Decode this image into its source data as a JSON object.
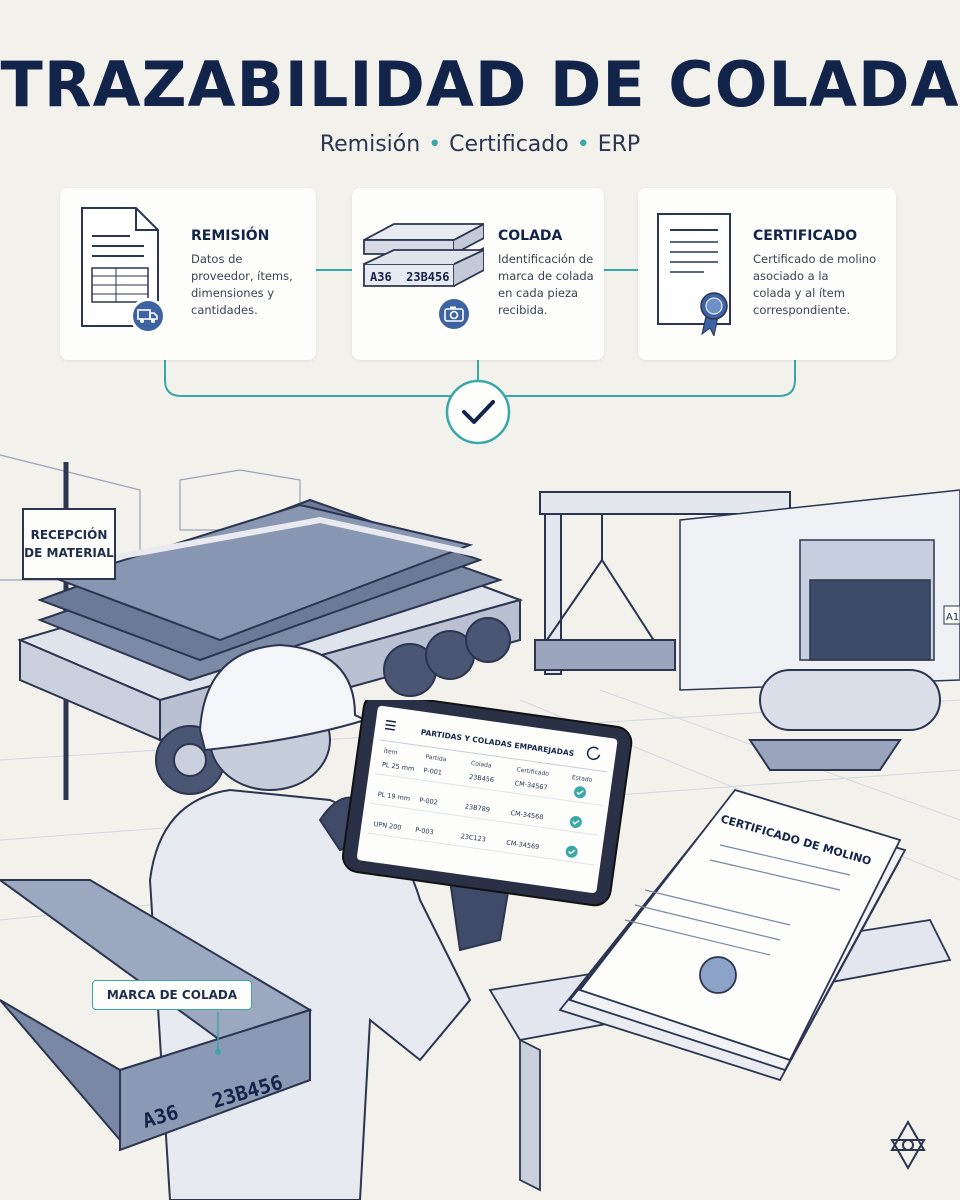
{
  "header": {
    "title": "TRAZABILIDAD DE COLADA",
    "subtitle": [
      "Remisión",
      "Certificado",
      "ERP"
    ]
  },
  "cards": [
    {
      "title": "REMISIÓN",
      "description": [
        "Datos de",
        "proveedor, ítems,",
        "dimensiones y",
        "cantidades."
      ],
      "icon": "truck-icon"
    },
    {
      "title": "COLADA",
      "description": [
        "Identificación de",
        "marca de colada",
        "en cada pieza",
        "recibida."
      ],
      "icon": "camera-icon",
      "mark": "A36  23B456"
    },
    {
      "title": "CERTIFICADO",
      "description": [
        "Certificado de molino",
        "asociado a la",
        "colada y al ítem",
        "correspondiente."
      ],
      "icon": "seal-icon"
    }
  ],
  "scene": {
    "sign": [
      "RECEPCIÓN",
      "DE MATERIAL"
    ],
    "bay_label": "A1",
    "tablet": {
      "title": "PARTIDAS Y COLADAS EMPAREJADAS",
      "columns": [
        "Ítem",
        "Partida",
        "Colada",
        "Certificado",
        "Estado"
      ],
      "rows": [
        {
          "item": "PL 25 mm",
          "partida": "P-001",
          "colada": "23B456",
          "certificado": "CM-34567"
        },
        {
          "item": "PL 19 mm",
          "partida": "P-002",
          "colada": "23B789",
          "certificado": "CM-34568"
        },
        {
          "item": "UPN 200",
          "partida": "P-003",
          "colada": "23C123",
          "certificado": "CM-34569"
        }
      ]
    },
    "certificate_title": "CERTIFICADO DE MOLINO",
    "heat_mark_label": "MARCA DE COLADA",
    "steel_mark": "A36   23B456"
  },
  "colors": {
    "navy": "#13244a",
    "teal": "#3aa7a8",
    "blue": "#3d63a3",
    "line": "#5b6a8c"
  }
}
